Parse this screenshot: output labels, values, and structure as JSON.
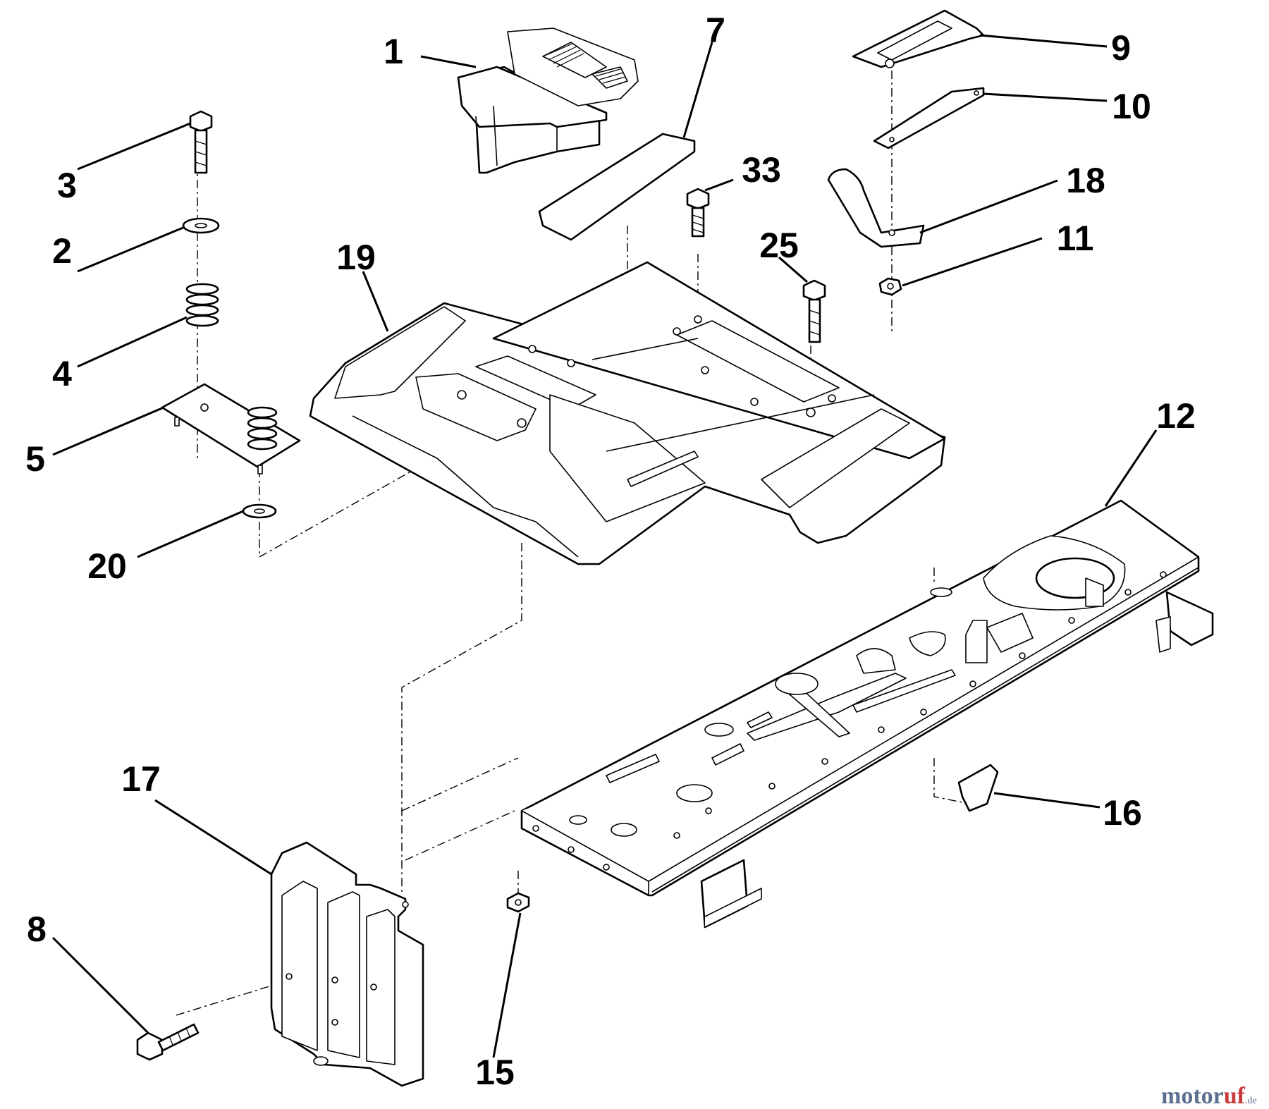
{
  "callouts": {
    "c1": "1",
    "c2": "2",
    "c3": "3",
    "c4": "4",
    "c5": "5",
    "c7": "7",
    "c8": "8",
    "c9": "9",
    "c10": "10",
    "c11": "11",
    "c12": "12",
    "c15": "15",
    "c16": "16",
    "c17": "17",
    "c18": "18",
    "c19": "19",
    "c20": "20",
    "c25": "25",
    "c33": "33"
  },
  "watermark": {
    "part1": "motor",
    "part2": "uf",
    "suffix": ".de"
  },
  "colors": {
    "line": "#000000",
    "background": "#ffffff",
    "watermark_blue": "#5b6f8f",
    "watermark_red": "#c83a3a"
  }
}
